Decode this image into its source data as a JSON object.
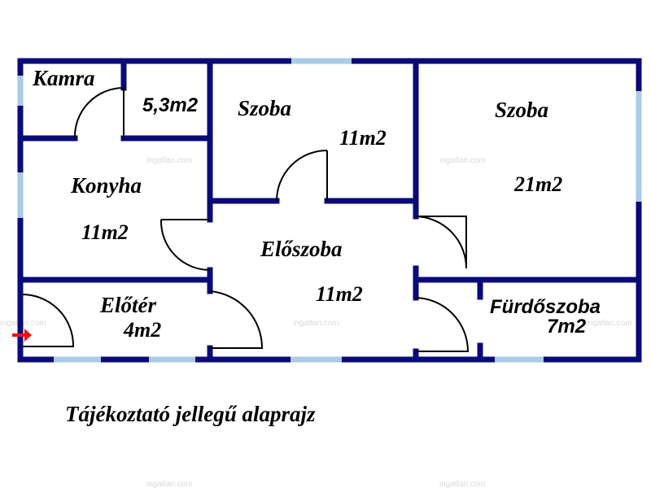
{
  "colors": {
    "wall": "#0a0a78",
    "window": "#a9cbe6",
    "door_arc": "#000000",
    "entrance_arrow": "#ee1111",
    "watermark": "#d9d9d9"
  },
  "rooms": {
    "kamra": {
      "name": "Kamra",
      "area": "5,3m2"
    },
    "szoba_small": {
      "name": "Szoba",
      "area": "11m2"
    },
    "szoba_large": {
      "name": "Szoba",
      "area": "21m2"
    },
    "konyha": {
      "name": "Konyha",
      "area": "11m2"
    },
    "eloszoba": {
      "name": "Előszoba",
      "area": "11m2"
    },
    "eloter": {
      "name": "Előtér",
      "area": "4m2"
    },
    "furdoszoba": {
      "name": "Fürdőszoba",
      "area": "7m2"
    }
  },
  "watermark_text": "ingatlan.com",
  "caption": "Tájékoztató jellegű alaprajz"
}
